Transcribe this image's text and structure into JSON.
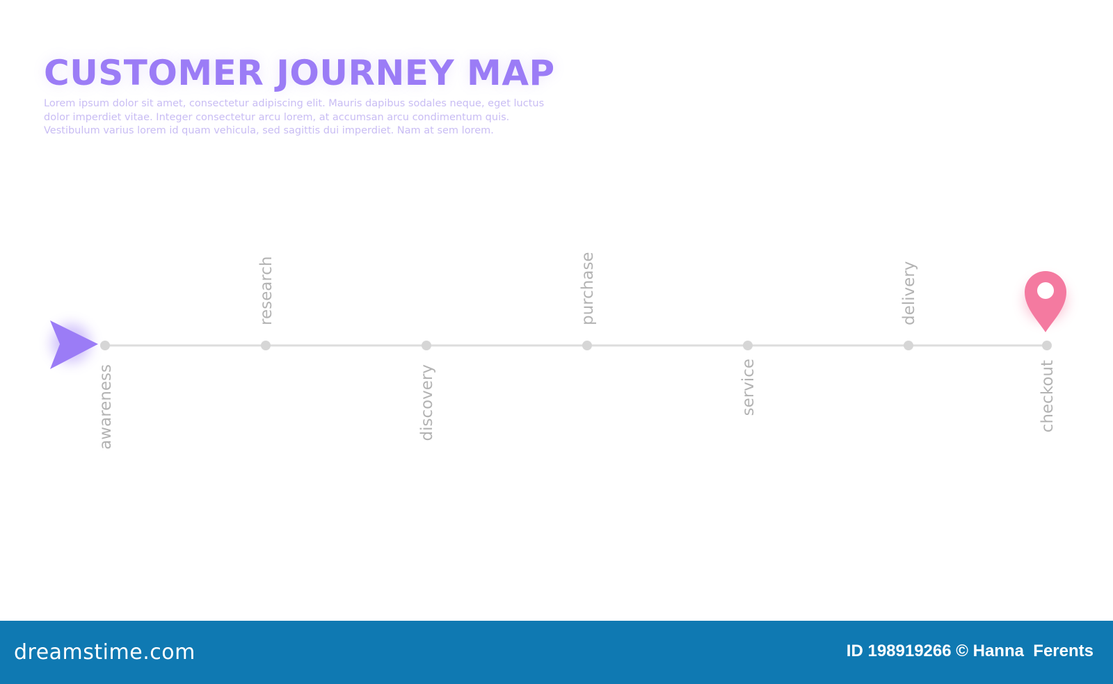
{
  "header": {
    "title": "CUSTOMER JOURNEY MAP",
    "description_lines": [
      "Lorem ipsum dolor sit amet, consectetur adipiscing elit. Mauris dapibus sodales neque, eget luctus",
      "dolor imperdiet vitae. Integer consectetur arcu lorem, at accumsan arcu condimentum quis.",
      "Vestibulum varius lorem id quam vehicula, sed sagittis dui imperdiet. Nam at sem lorem."
    ]
  },
  "stages": [
    {
      "label": "awareness"
    },
    {
      "label": "research"
    },
    {
      "label": "discovery"
    },
    {
      "label": "purchase"
    },
    {
      "label": "service"
    },
    {
      "label": "delivery"
    },
    {
      "label": "checkout"
    }
  ],
  "colors": {
    "accent": "#9b7cf6",
    "pin": "#f47aa0",
    "line": "#dddddd",
    "dot": "#d6d6d6",
    "label": "#b3b3b3",
    "footer": "#0f79b2"
  },
  "icons": {
    "start": "arrow-play-icon",
    "end": "location-pin-icon"
  },
  "footer": {
    "logo": "dreamstime.com",
    "credit": "ID 198919266 © Hanna  Ferents"
  }
}
